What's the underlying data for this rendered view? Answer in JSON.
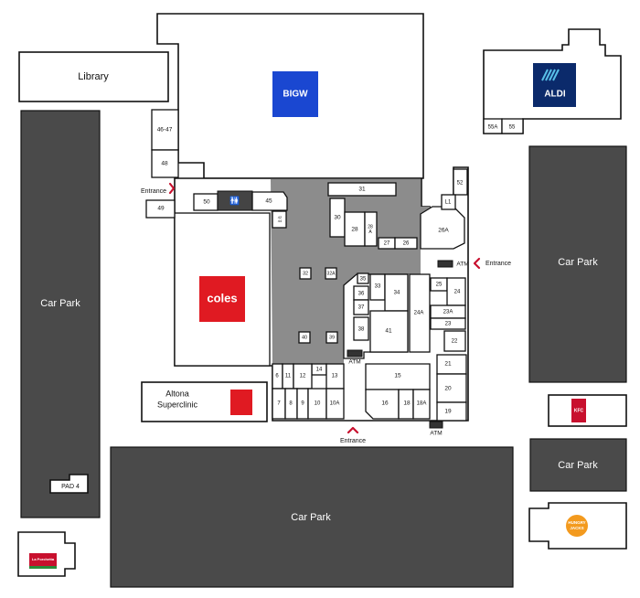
{
  "map": {
    "anchors": {
      "library": "Library",
      "bigw": "BIGW",
      "aldi": "ALDI",
      "coles": "coles",
      "superclinic": [
        "Altona",
        "Superclinic"
      ],
      "kfc": "KFC",
      "hungry_jacks": [
        "HUNGRY",
        "JACKS"
      ],
      "la_porchetta": "La Porchetta"
    },
    "car_parks": {
      "left": "Car Park",
      "bottom": "Car Park",
      "right_top": "Car Park",
      "right_mid": "Car Park"
    },
    "pad": "PAD 4",
    "entrances": {
      "west": "Entrance",
      "east": "Entrance",
      "south": "Entrance"
    },
    "atms": {
      "center": "ATM",
      "east": "ATM",
      "south_east": "ATM"
    },
    "shops": {
      "s46_47": "46-47",
      "s48": "48",
      "s49": "49",
      "s50": "50",
      "s45": "45",
      "s42_44": "42\n44",
      "s31": "31",
      "s30": "30",
      "s28": "28",
      "s28a": "28\nA",
      "s27": "27",
      "s26": "26",
      "s26a": "26A",
      "s52": "52",
      "sl1": "L1",
      "s55a": "55A",
      "s55": "55",
      "s32": "32",
      "s32a": "32A",
      "s35": "35",
      "s36": "36",
      "s37": "37",
      "s38": "38",
      "s33": "33",
      "s34": "34",
      "s41": "41",
      "s24a": "24A",
      "s25": "25",
      "s24": "24",
      "s23a": "23A",
      "s23": "23",
      "s22": "22",
      "s40": "40",
      "s39": "39",
      "s21": "21",
      "s20": "20",
      "s19": "19",
      "s15": "15",
      "s16": "16",
      "s18": "18",
      "s18a": "18A",
      "s14": "14",
      "s13": "13",
      "s12": "12",
      "s11": "11",
      "s6": "6",
      "s7": "7",
      "s8": "8",
      "s9": "9",
      "s10": "10",
      "s10a": "10A"
    },
    "colors": {
      "car_park": "#4a4a4a",
      "mall_corridor": "#8c8c8c",
      "bigw_blue": "#1a47d1",
      "aldi_navy": "#0b2a6b",
      "coles_red": "#e01a22",
      "entrance_arrow": "#c8102e"
    },
    "icons": [
      "toilets-icon",
      "entrance-arrow-icon"
    ]
  }
}
